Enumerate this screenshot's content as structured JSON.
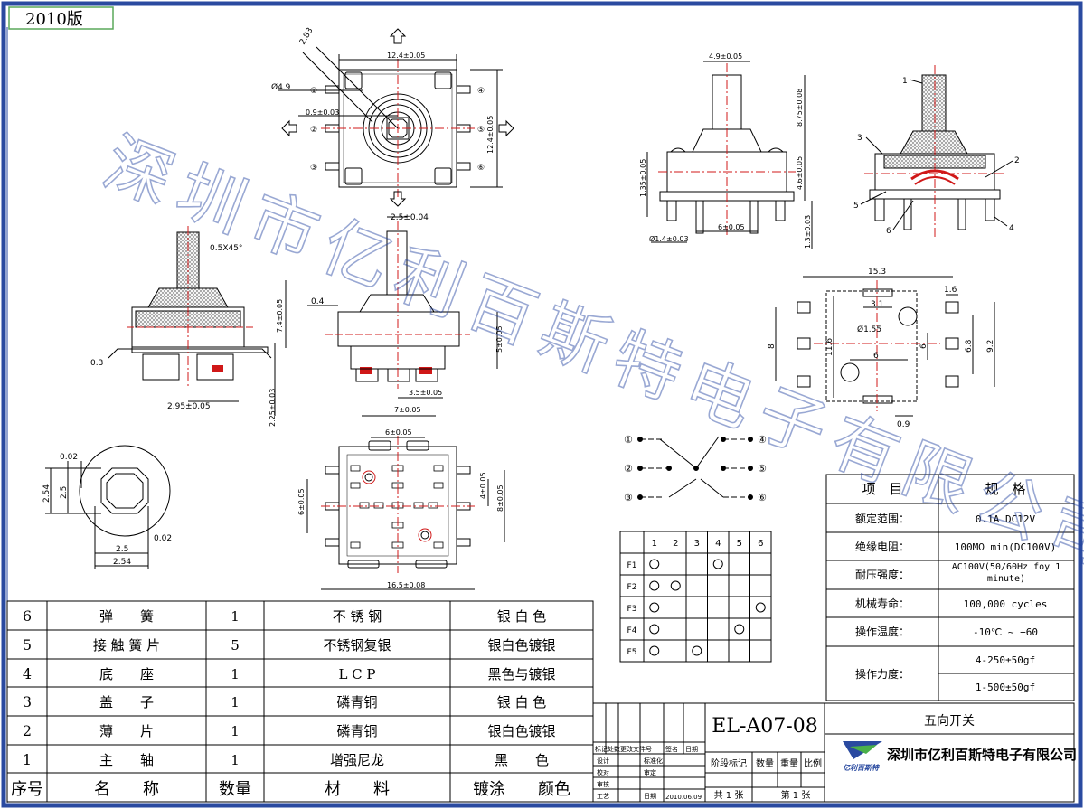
{
  "version_tag": "2010版",
  "watermark": "深圳市亿利百斯特电子有限公司",
  "colors": {
    "frame": "#2a4aa0",
    "centerline": "#d01818",
    "watermark": "#1f3f9f",
    "tag_border": "#5aa85a",
    "hatch": "#888888",
    "ink": "#000000"
  },
  "top_view": {
    "width_dim": "12.4±0.05",
    "height_dim": "12.4±0.05",
    "diameter": "Ø4.9",
    "angle_dim": "2.83",
    "shaft_dim": "0.9±0.03",
    "pins_left": [
      "①",
      "②",
      "③"
    ],
    "pins_right": [
      "④",
      "⑤",
      "⑥"
    ]
  },
  "front_view": {
    "chamfer": "0.5X45°",
    "base_dim": "0.3",
    "height_dim": "7.4±0.05",
    "pin_dim": "2.95±0.05",
    "total_dim": "2.25±0.03"
  },
  "side_view": {
    "shaft_w": "2.5±0.04",
    "top_dim": "0.4",
    "height_dim": "5±0.05",
    "pin_dim": "3.5±0.05",
    "bottom_dim": "7±0.05"
  },
  "shaft_detail": {
    "d1": "0.02",
    "d2": "2.54",
    "d3": "2.5",
    "d4": "2.5",
    "d5": "2.54",
    "d6": "0.02"
  },
  "bottom_view": {
    "top_dim": "6±0.05",
    "left_dim": "6±0.05",
    "right_dim1": "4±0.05",
    "right_dim2": "8±0.05",
    "bottom_dim": "16.5±0.08"
  },
  "right_front": {
    "top": "4.9±0.05",
    "h1": "8.75±0.08",
    "h2": "4.6±0.05",
    "left": "1.35±0.05",
    "pitch": "6±0.05",
    "pin_d": "Ø1.4±0.03",
    "pin_h": "1.3±0.03"
  },
  "section_labels": [
    "1",
    "2",
    "3",
    "4",
    "5",
    "6"
  ],
  "pcb_layout": {
    "w": "15.3",
    "d1": "1.6",
    "d2": "3.1",
    "hole": "Ø1.55",
    "pitch": "6",
    "h_left": "8",
    "h_mid": "11.6",
    "h_r1": "6.8",
    "h_r2": "9.2",
    "d_center": "6",
    "bottom": "0.9"
  },
  "schematic": {
    "left": [
      "①",
      "②",
      "③"
    ],
    "right": [
      "④",
      "⑤",
      "⑥"
    ]
  },
  "truth_table": {
    "cols": [
      "1",
      "2",
      "3",
      "4",
      "5",
      "6"
    ],
    "rows": [
      {
        "name": "F1",
        "on": [
          1,
          4
        ]
      },
      {
        "name": "F2",
        "on": [
          1,
          2
        ]
      },
      {
        "name": "F3",
        "on": [
          1,
          6
        ]
      },
      {
        "name": "F4",
        "on": [
          1,
          5
        ]
      },
      {
        "name": "F5",
        "on": [
          1,
          3
        ]
      }
    ]
  },
  "spec": {
    "header": [
      "项　目",
      "规　格"
    ],
    "rows": [
      [
        "额定范围：",
        "0.1A DC12V"
      ],
      [
        "绝缘电阻：",
        "100MΩ min(DC100V)"
      ],
      [
        "耐压强度：",
        "AC100V(50/60Hz foy 1 minute)"
      ],
      [
        "机械寿命：",
        "100,000 cycles"
      ],
      [
        "操作温度：",
        "-10℃ ~ +60"
      ]
    ],
    "force_label": "操作力度：",
    "force": [
      "4-250±50gf",
      "1-500±50gf"
    ]
  },
  "bom": {
    "rows": [
      [
        "6",
        "弹　　簧",
        "1",
        "不 锈 钢",
        "银 白 色"
      ],
      [
        "5",
        "接 触 簧 片",
        "5",
        "不锈钢复银",
        "银白色镀银"
      ],
      [
        "4",
        "底　　座",
        "1",
        "L C P",
        "黑色与镀银"
      ],
      [
        "3",
        "盖　　子",
        "1",
        "磷青铜",
        "银 白 色"
      ],
      [
        "2",
        "薄　　片",
        "1",
        "磷青铜",
        "银白色镀银"
      ],
      [
        "1",
        "主　　轴",
        "1",
        "增强尼龙",
        "黑　　色"
      ]
    ],
    "header": [
      "序号",
      "名　　称",
      "数量",
      "材　　料",
      "镀涂　　颜色"
    ]
  },
  "title_block": {
    "part_no": "EL-A07-08",
    "title": "五向开关",
    "company": "深圳市亿利百斯特电子有限公司",
    "logo_text": "亿利百斯特",
    "rev_row": [
      "标记",
      "处数",
      "更改文件号",
      "签名",
      "日期"
    ],
    "left_labels": [
      "设计",
      "校对",
      "审核",
      "工艺"
    ],
    "mid_labels": [
      "标准化",
      "审定"
    ],
    "date_label": "日期",
    "date": "2010.06.09",
    "stage": [
      "阶段标记",
      "数量",
      "重量",
      "比例"
    ],
    "sheets": [
      "共 1 张",
      "第 1 张"
    ]
  }
}
